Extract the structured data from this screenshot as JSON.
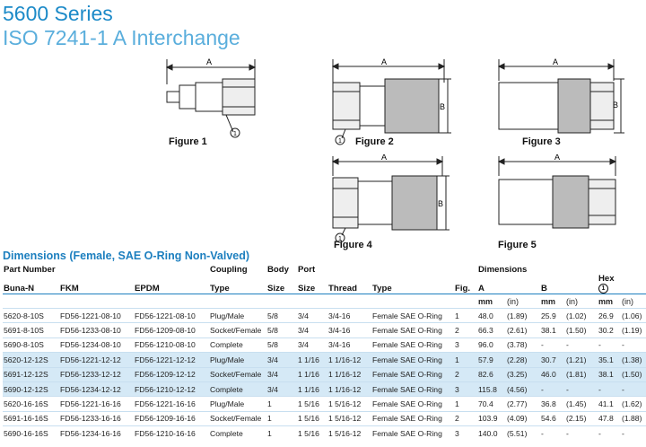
{
  "header": {
    "series": "5600 Series",
    "subtitle": "ISO 7241-1 A Interchange"
  },
  "figures": [
    {
      "caption": "Figure 1",
      "dim_a": "A",
      "callout": "1"
    },
    {
      "caption": "Figure 2",
      "dim_a": "A",
      "dim_b": "B",
      "callout": "1"
    },
    {
      "caption": "Figure 3",
      "dim_a": "A",
      "dim_b": "B"
    },
    {
      "caption": "Figure 4",
      "dim_a": "A",
      "dim_b": "B",
      "callout": "1"
    },
    {
      "caption": "Figure 5",
      "dim_a": "A"
    }
  ],
  "section_title": "Dimensions (Female, SAE O-Ring Non-Valved)",
  "table": {
    "headers": {
      "part_number": "Part Number",
      "buna": "Buna-N",
      "fkm": "FKM",
      "epdm": "EPDM",
      "coupling1": "Coupling",
      "coupling2": "Type",
      "body1": "Body",
      "body2": "Size",
      "port1": "Port",
      "port2": "Size",
      "thread": "Thread",
      "type": "Type",
      "fig": "Fig.",
      "dimensions": "Dimensions",
      "a": "A",
      "b": "B",
      "hex": "Hex",
      "hex_note": "1"
    },
    "units": {
      "mm1": "mm",
      "in1": "(in)",
      "mm2": "mm",
      "in2": "(in)",
      "mm3": "mm",
      "in3": "(in)"
    },
    "rows": [
      [
        "5620-8-10S",
        "FD56-1221-08-10",
        "FD56-1221-08-10",
        "Plug/Male",
        "5/8",
        "3/4",
        "3/4-16",
        "Female SAE O-Ring",
        "1",
        "48.0",
        "(1.89)",
        "25.9",
        "(1.02)",
        "26.9",
        "(1.06)"
      ],
      [
        "5691-8-10S",
        "FD56-1233-08-10",
        "FD56-1209-08-10",
        "Socket/Female",
        "5/8",
        "3/4",
        "3/4-16",
        "Female SAE O-Ring",
        "2",
        "66.3",
        "(2.61)",
        "38.1",
        "(1.50)",
        "30.2",
        "(1.19)"
      ],
      [
        "5690-8-10S",
        "FD56-1234-08-10",
        "FD56-1210-08-10",
        "Complete",
        "5/8",
        "3/4",
        "3/4-16",
        "Female SAE O-Ring",
        "3",
        "96.0",
        "(3.78)",
        "-",
        "-",
        "-",
        "-"
      ],
      [
        "5620-12-12S",
        "FD56-1221-12-12",
        "FD56-1221-12-12",
        "Plug/Male",
        "3/4",
        "1 1/16",
        "1 1/16-12",
        "Female SAE O-Ring",
        "1",
        "57.9",
        "(2.28)",
        "30.7",
        "(1.21)",
        "35.1",
        "(1.38)"
      ],
      [
        "5691-12-12S",
        "FD56-1233-12-12",
        "FD56-1209-12-12",
        "Socket/Female",
        "3/4",
        "1 1/16",
        "1 1/16-12",
        "Female SAE O-Ring",
        "2",
        "82.6",
        "(3.25)",
        "46.0",
        "(1.81)",
        "38.1",
        "(1.50)"
      ],
      [
        "5690-12-12S",
        "FD56-1234-12-12",
        "FD56-1210-12-12",
        "Complete",
        "3/4",
        "1 1/16",
        "1 1/16-12",
        "Female SAE O-Ring",
        "3",
        "115.8",
        "(4.56)",
        "-",
        "-",
        "-",
        "-"
      ],
      [
        "5620-16-16S",
        "FD56-1221-16-16",
        "FD56-1221-16-16",
        "Plug/Male",
        "1",
        "1 5/16",
        "1 5/16-12",
        "Female SAE O-Ring",
        "1",
        "70.4",
        "(2.77)",
        "36.8",
        "(1.45)",
        "41.1",
        "(1.62)"
      ],
      [
        "5691-16-16S",
        "FD56-1233-16-16",
        "FD56-1209-16-16",
        "Socket/Female",
        "1",
        "1 5/16",
        "1 5/16-12",
        "Female SAE O-Ring",
        "2",
        "103.9",
        "(4.09)",
        "54.6",
        "(2.15)",
        "47.8",
        "(1.88)"
      ],
      [
        "5690-16-16S",
        "FD56-1234-16-16",
        "FD56-1210-16-16",
        "Complete",
        "1",
        "1 5/16",
        "1 5/16-12",
        "Female SAE O-Ring",
        "3",
        "140.0",
        "(5.51)",
        "-",
        "-",
        "-",
        "-"
      ]
    ]
  },
  "colors": {
    "accent": "#1c8ac8",
    "row_shade": "#d5e9f6"
  }
}
